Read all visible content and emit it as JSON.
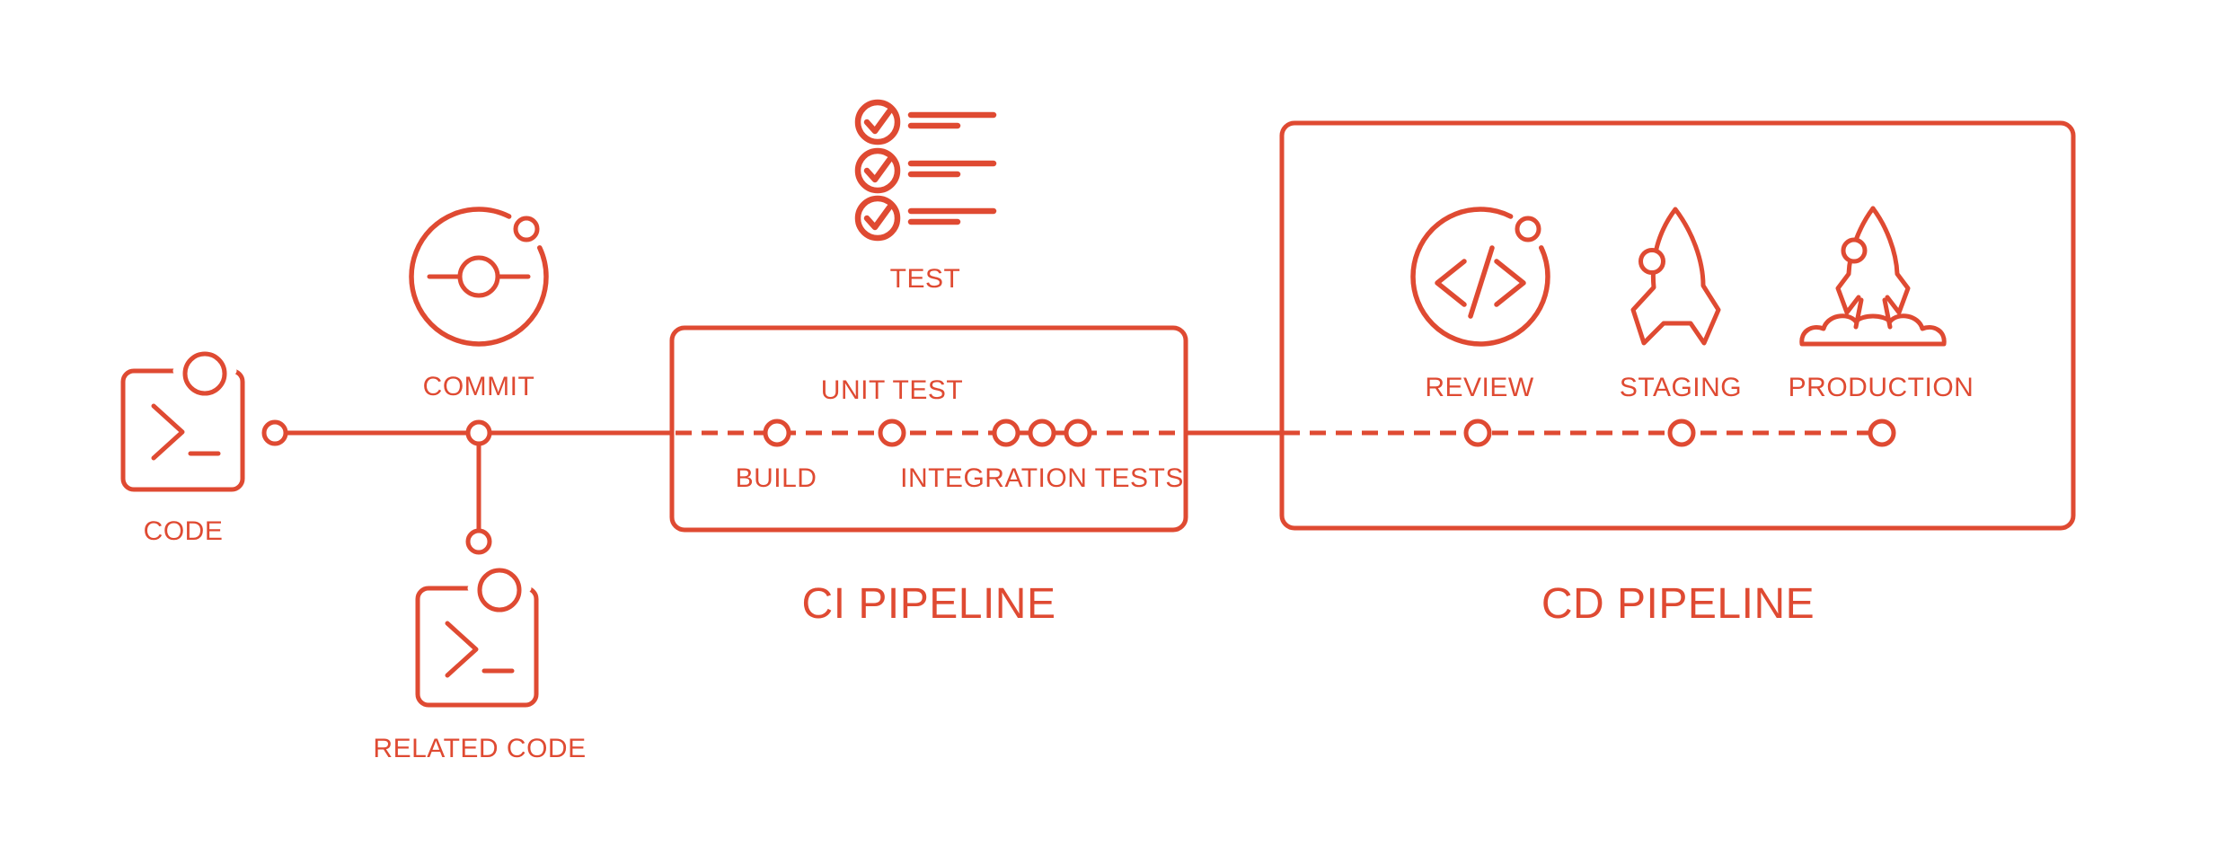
{
  "theme": {
    "accent": "#DF4A32",
    "background": "#FFFFFF"
  },
  "source_flow": {
    "code_label": "CODE",
    "commit_label": "COMMIT",
    "related_code_label": "RELATED CODE"
  },
  "test_checklist": {
    "label": "TEST"
  },
  "ci_pipeline": {
    "title": "CI PIPELINE",
    "build_label": "BUILD",
    "unit_test_label": "UNIT TEST",
    "integration_tests_label": "INTEGRATION TESTS"
  },
  "cd_pipeline": {
    "title": "CD PIPELINE",
    "review_label": "REVIEW",
    "staging_label": "STAGING",
    "production_label": "PRODUCTION"
  }
}
